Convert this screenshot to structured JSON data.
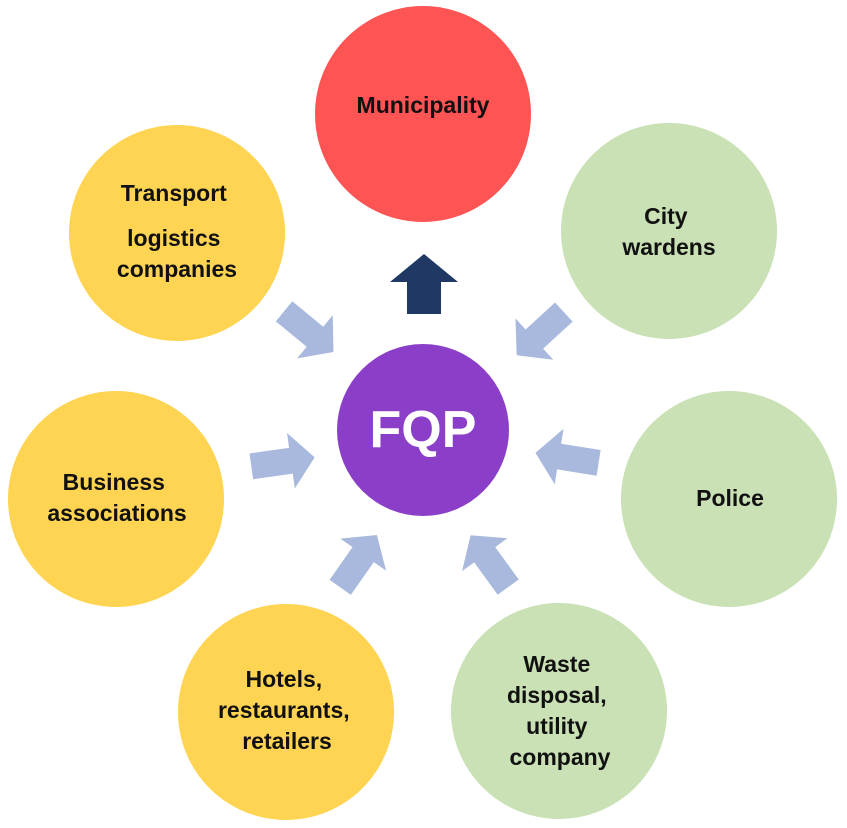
{
  "colors": {
    "municipality": "#ff5454",
    "green": "#c9e1b5",
    "yellow": "#ffd452",
    "center": "#8b3fc8",
    "arrow_in": "#a9b9de",
    "arrow_out": "#1f3864"
  },
  "center": {
    "label": "FQP"
  },
  "nodes": {
    "municipality": {
      "lines": [
        "Municipality"
      ]
    },
    "city_wardens": {
      "lines": [
        "City",
        "wardens"
      ]
    },
    "police": {
      "lines": [
        "Police"
      ]
    },
    "waste": {
      "lines": [
        "Waste",
        "disposal,",
        "utility",
        "company"
      ]
    },
    "hotels": {
      "lines": [
        "Hotels,",
        "restaurants,",
        "retailers"
      ]
    },
    "business": {
      "lines": [
        "Business",
        "associations"
      ]
    },
    "transport": {
      "lines": [
        "Transport",
        "logistics",
        "companies"
      ]
    }
  },
  "arrows": {
    "outgoing": {
      "direction": "up",
      "target": "municipality"
    },
    "incoming": [
      "city_wardens",
      "police",
      "waste",
      "hotels",
      "business",
      "transport"
    ]
  }
}
